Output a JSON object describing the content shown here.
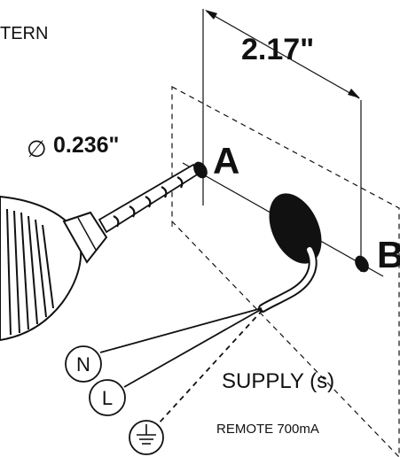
{
  "header": {
    "title_fragment": "TERN"
  },
  "dimension": {
    "spacing": "2.17\""
  },
  "drill": {
    "diameter_symbol": "∅",
    "diameter": "0.236\""
  },
  "points": {
    "a": "A",
    "b": "B"
  },
  "wiring": {
    "neutral": "N",
    "live": "L",
    "ground_symbol": "ground-icon",
    "supply": "SUPPLY (s)",
    "remote": "REMOTE 700mA"
  }
}
